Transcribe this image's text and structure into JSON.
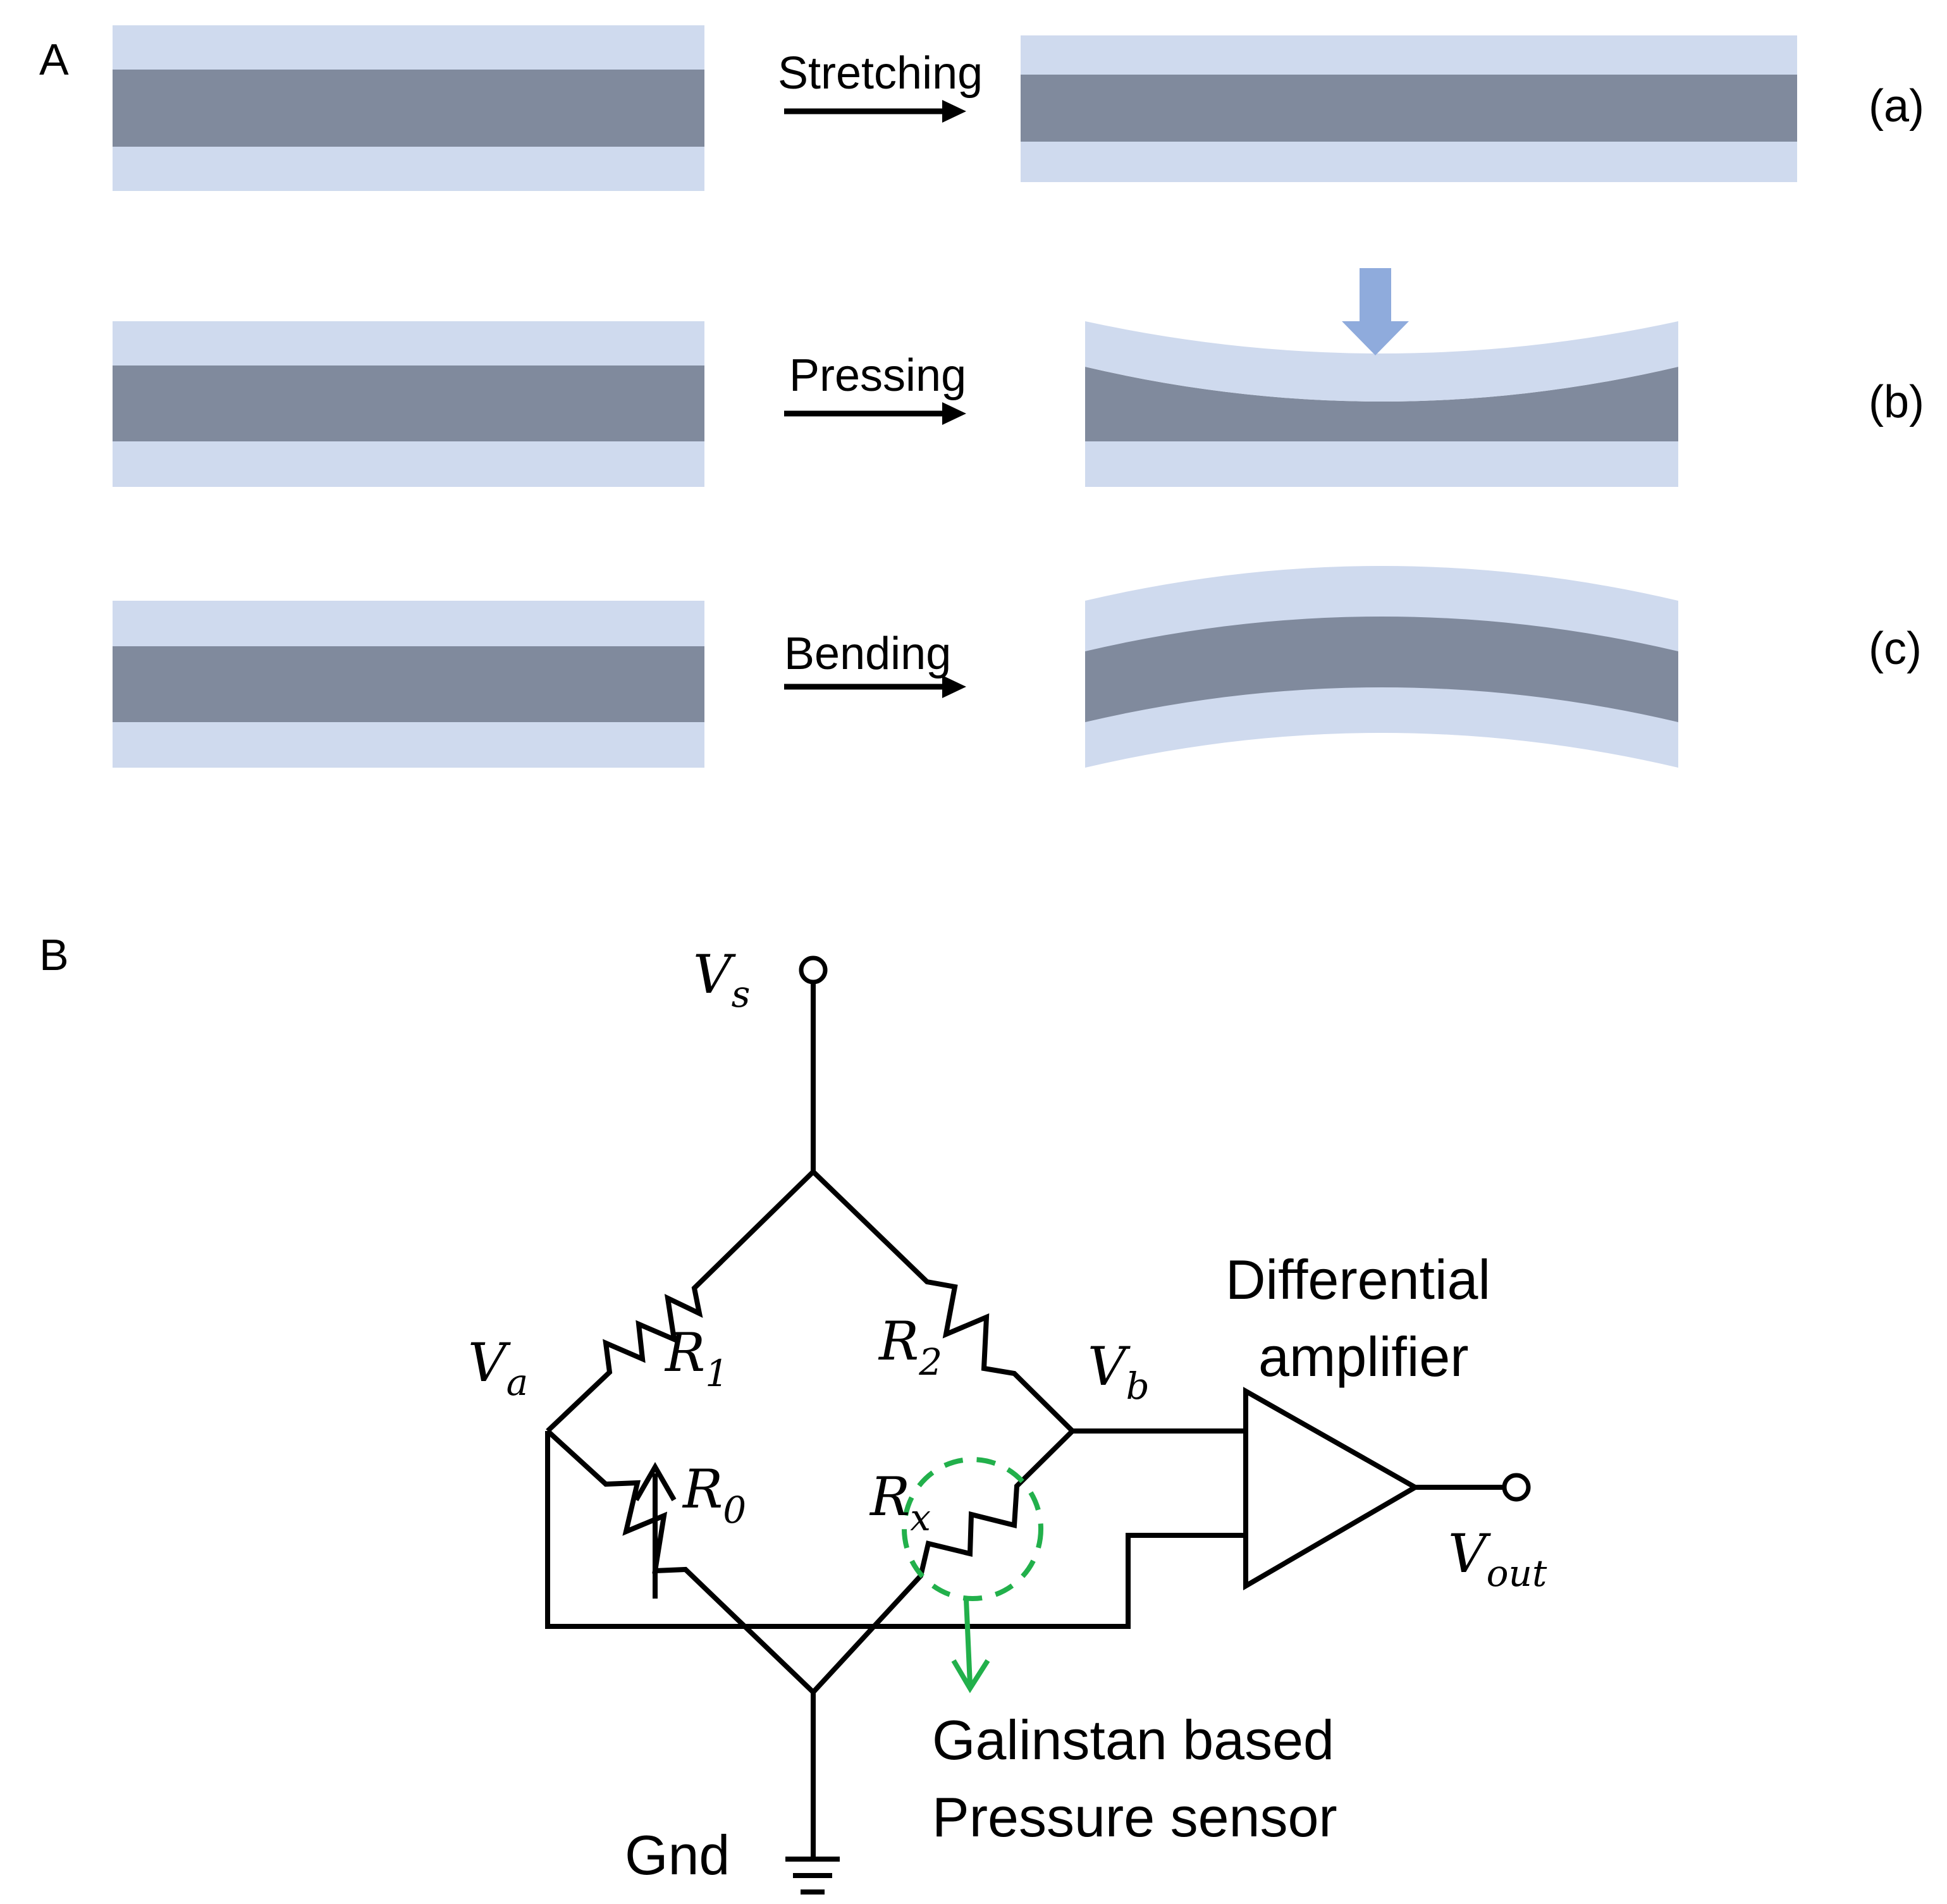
{
  "panel_a": {
    "label": "A",
    "rows": [
      {
        "action": "Stretching",
        "tag": "(a)"
      },
      {
        "action": "Pressing",
        "tag": "(b)"
      },
      {
        "action": "Bending",
        "tag": "(c)"
      }
    ]
  },
  "panel_b": {
    "label": "B",
    "supply": {
      "main": "V",
      "sub": "s"
    },
    "node_a": {
      "main": "V",
      "sub": "a"
    },
    "node_b": {
      "main": "V",
      "sub": "b"
    },
    "r1": {
      "main": "R",
      "sub": "1"
    },
    "r2": {
      "main": "R",
      "sub": "2"
    },
    "r0": {
      "main": "R",
      "sub": "0"
    },
    "rx": {
      "main": "R",
      "sub": "x"
    },
    "output": {
      "main": "V",
      "sub": "out"
    },
    "amplifier_line1": "Differential",
    "amplifier_line2": "amplifier",
    "sensor_line1": "Galinstan based",
    "sensor_line2": "Pressure sensor",
    "ground": "Gnd"
  },
  "colors": {
    "outer_layer": "#cfdaee",
    "core_layer": "#808a9d",
    "press_arrow": "#8fabdc",
    "sensor_highlight": "#22b04b",
    "wire": "#000000"
  }
}
